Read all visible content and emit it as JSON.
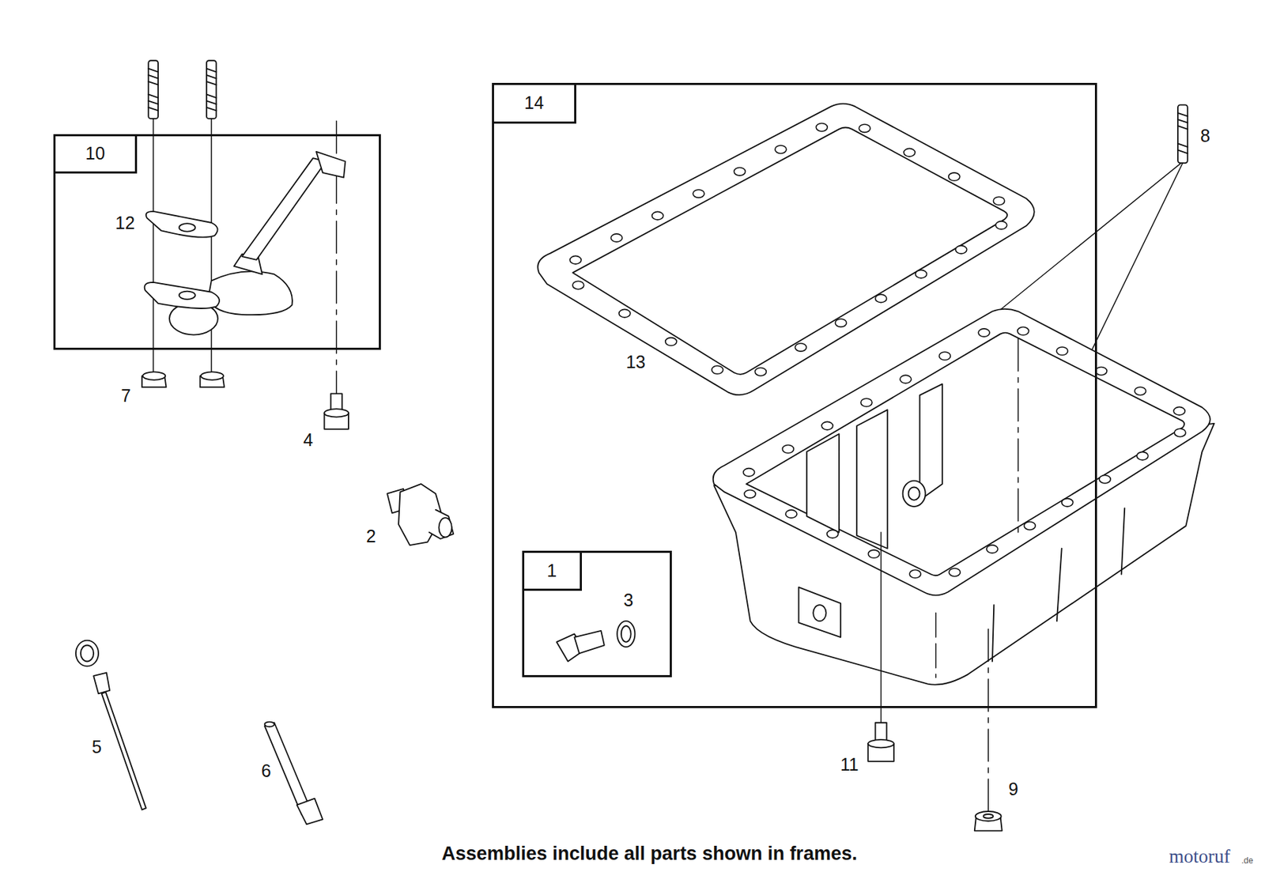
{
  "diagram": {
    "caption": "Assemblies include all parts shown in frames.",
    "nodes": [
      {
        "text": [
          "10"
        ]
      },
      {
        "text": [
          "14"
        ]
      },
      {
        "text": [
          "1"
        ],
        "in": 1
      }
    ],
    "edges": [],
    "labels": [
      "12",
      "7",
      "4",
      "2",
      "5",
      "6",
      "13",
      "3",
      "8",
      "11",
      "9",
      "motoruf",
      ".de"
    ]
  }
}
